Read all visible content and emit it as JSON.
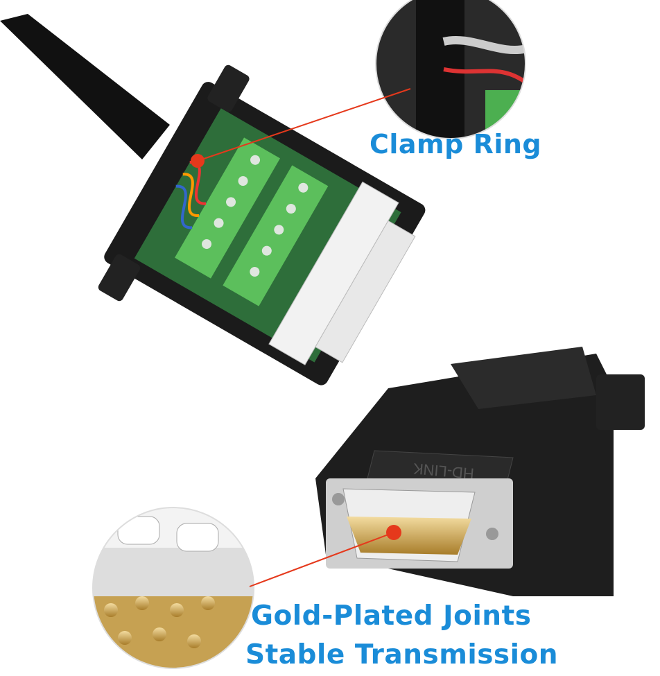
{
  "annotations": {
    "clamp_ring": "Clamp Ring",
    "gold_plated": "Gold-Plated Joints",
    "stable_transmission": "Stable Transmission"
  },
  "brand_logo": "HD-LINK",
  "colors": {
    "label_blue": "#1a8cd8",
    "callout_red": "#e5391c",
    "housing_black": "#1b1b1b",
    "terminal_green": "#4caf50",
    "gold": "#c9a445"
  }
}
